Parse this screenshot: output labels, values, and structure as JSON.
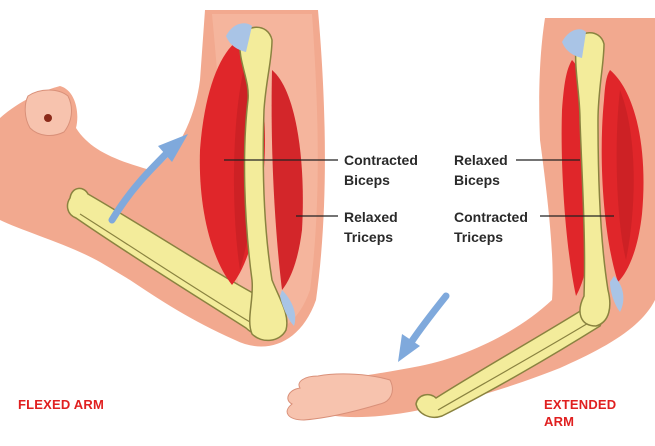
{
  "labels": {
    "flexed_biceps": "Contracted\nBiceps",
    "flexed_triceps": "Relaxed\nTriceps",
    "extended_biceps": "Relaxed\nBiceps",
    "extended_triceps": "Contracted\nTriceps"
  },
  "captions": {
    "flexed": "FLEXED ARM",
    "extended": "EXTENDED\nARM"
  },
  "colors": {
    "skin": "#f2a98f",
    "skin_light": "#f8cdb8",
    "muscle": "#e0262a",
    "muscle_dark": "#b51c20",
    "bone": "#f3ec9b",
    "bone_outline": "#8a8340",
    "tendon": "#a9c4e6",
    "arrow": "#7fa9dc",
    "caption": "#e02020",
    "leader": "#222222"
  }
}
